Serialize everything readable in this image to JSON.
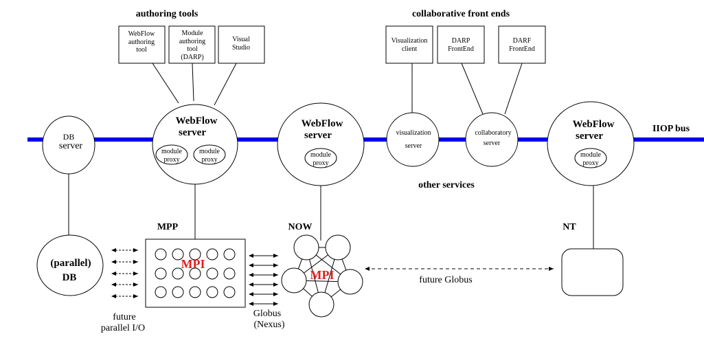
{
  "sections": {
    "authoring_tools": "authoring tools",
    "collaborative_front_ends": "collaborative front ends",
    "other_services": "other services",
    "iiop_bus": "IIOP bus"
  },
  "tools": {
    "webflow_authoring": [
      "WebFlow",
      "authoring",
      "tool"
    ],
    "module_authoring": [
      "Module",
      "authoring",
      "tool",
      "(DARP)"
    ],
    "visual_studio": [
      "Visual",
      "Studio"
    ]
  },
  "front_ends": {
    "visualization_client": [
      "Visualization",
      "client"
    ],
    "darp_frontend": [
      "DARP",
      "FrontEnd"
    ],
    "darf_frontend": [
      "DARF",
      "FrontEnd"
    ]
  },
  "servers": {
    "db_server": [
      "DB",
      "server"
    ],
    "webflow_server_label": [
      "WebFlow",
      "server"
    ],
    "visualization_server": [
      "visualization",
      "server"
    ],
    "collaboratory_server": [
      "collaboratory",
      "server"
    ],
    "module_proxy": [
      "module",
      "proxy"
    ]
  },
  "resources": {
    "mpp": "MPP",
    "now": "NOW",
    "nt": "NT",
    "mpi": "MPI",
    "parallel_db": [
      "(parallel)",
      "DB"
    ]
  },
  "connections": {
    "future_parallel_io": [
      "future",
      "parallel I/O"
    ],
    "globus_nexus": [
      "Globus",
      "(Nexus)"
    ],
    "future_globus": "future Globus"
  },
  "colors": {
    "bus": "#0000ee",
    "mpi": "#e02020",
    "line": "#000000"
  }
}
